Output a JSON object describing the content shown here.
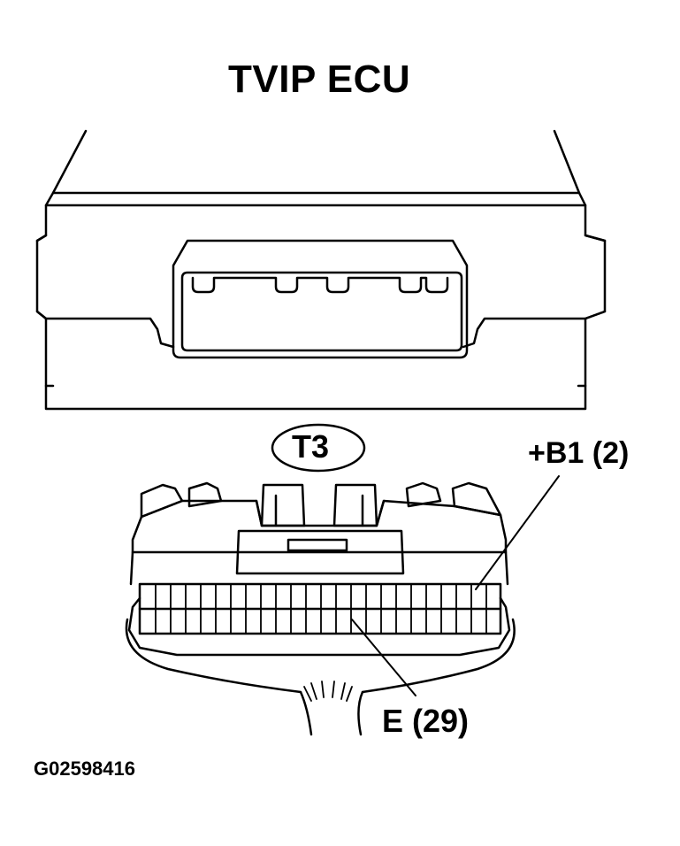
{
  "diagram": {
    "title": "TVIP ECU",
    "connector_id": "T3",
    "pins": [
      {
        "label": "+B1 (2)"
      },
      {
        "label": "E (29)"
      }
    ],
    "figure_code": "G02598416",
    "line_color": "#000000",
    "background": "#ffffff"
  }
}
